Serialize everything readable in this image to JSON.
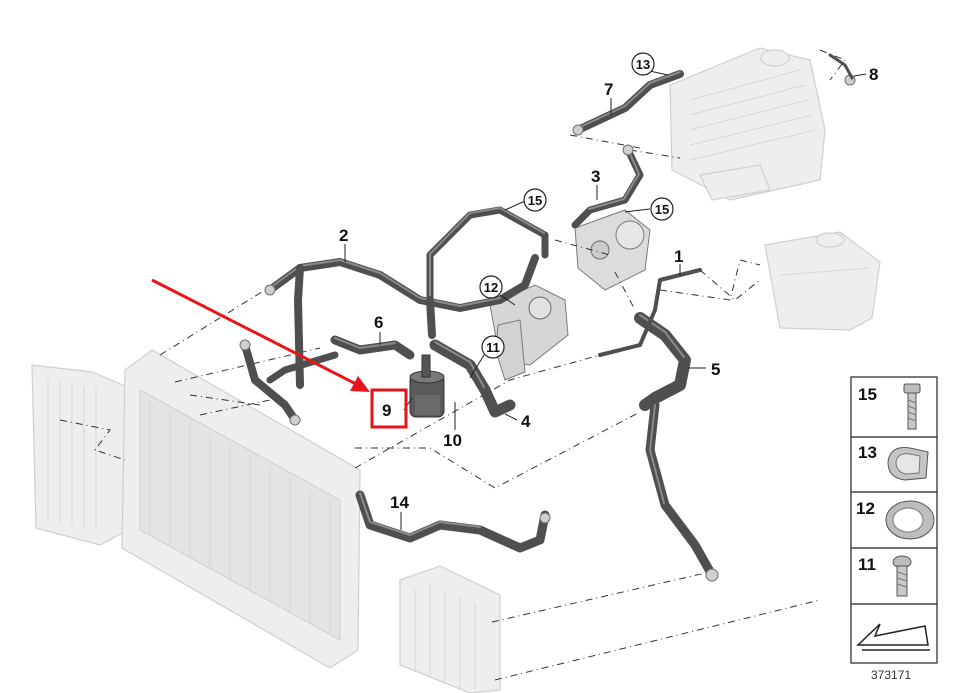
{
  "callouts": {
    "c1": "1",
    "c2": "2",
    "c3": "3",
    "c4": "4",
    "c5": "5",
    "c6": "6",
    "c7": "7",
    "c8": "8",
    "c9": "9",
    "c10": "10",
    "c11": "11",
    "c12": "12",
    "c13": "13",
    "c14": "14",
    "c15a": "15",
    "c15b": "15"
  },
  "legend": {
    "items": [
      {
        "number": "15",
        "icon": "bolt-icon"
      },
      {
        "number": "13",
        "icon": "hose-clip-icon"
      },
      {
        "number": "12",
        "icon": "hose-clamp-icon"
      },
      {
        "number": "11",
        "icon": "screw-icon"
      }
    ],
    "footer_icon": "direction-arrow-icon"
  },
  "diagram_id": "373171",
  "highlight": {
    "target": "9",
    "color": "#e8141b"
  }
}
